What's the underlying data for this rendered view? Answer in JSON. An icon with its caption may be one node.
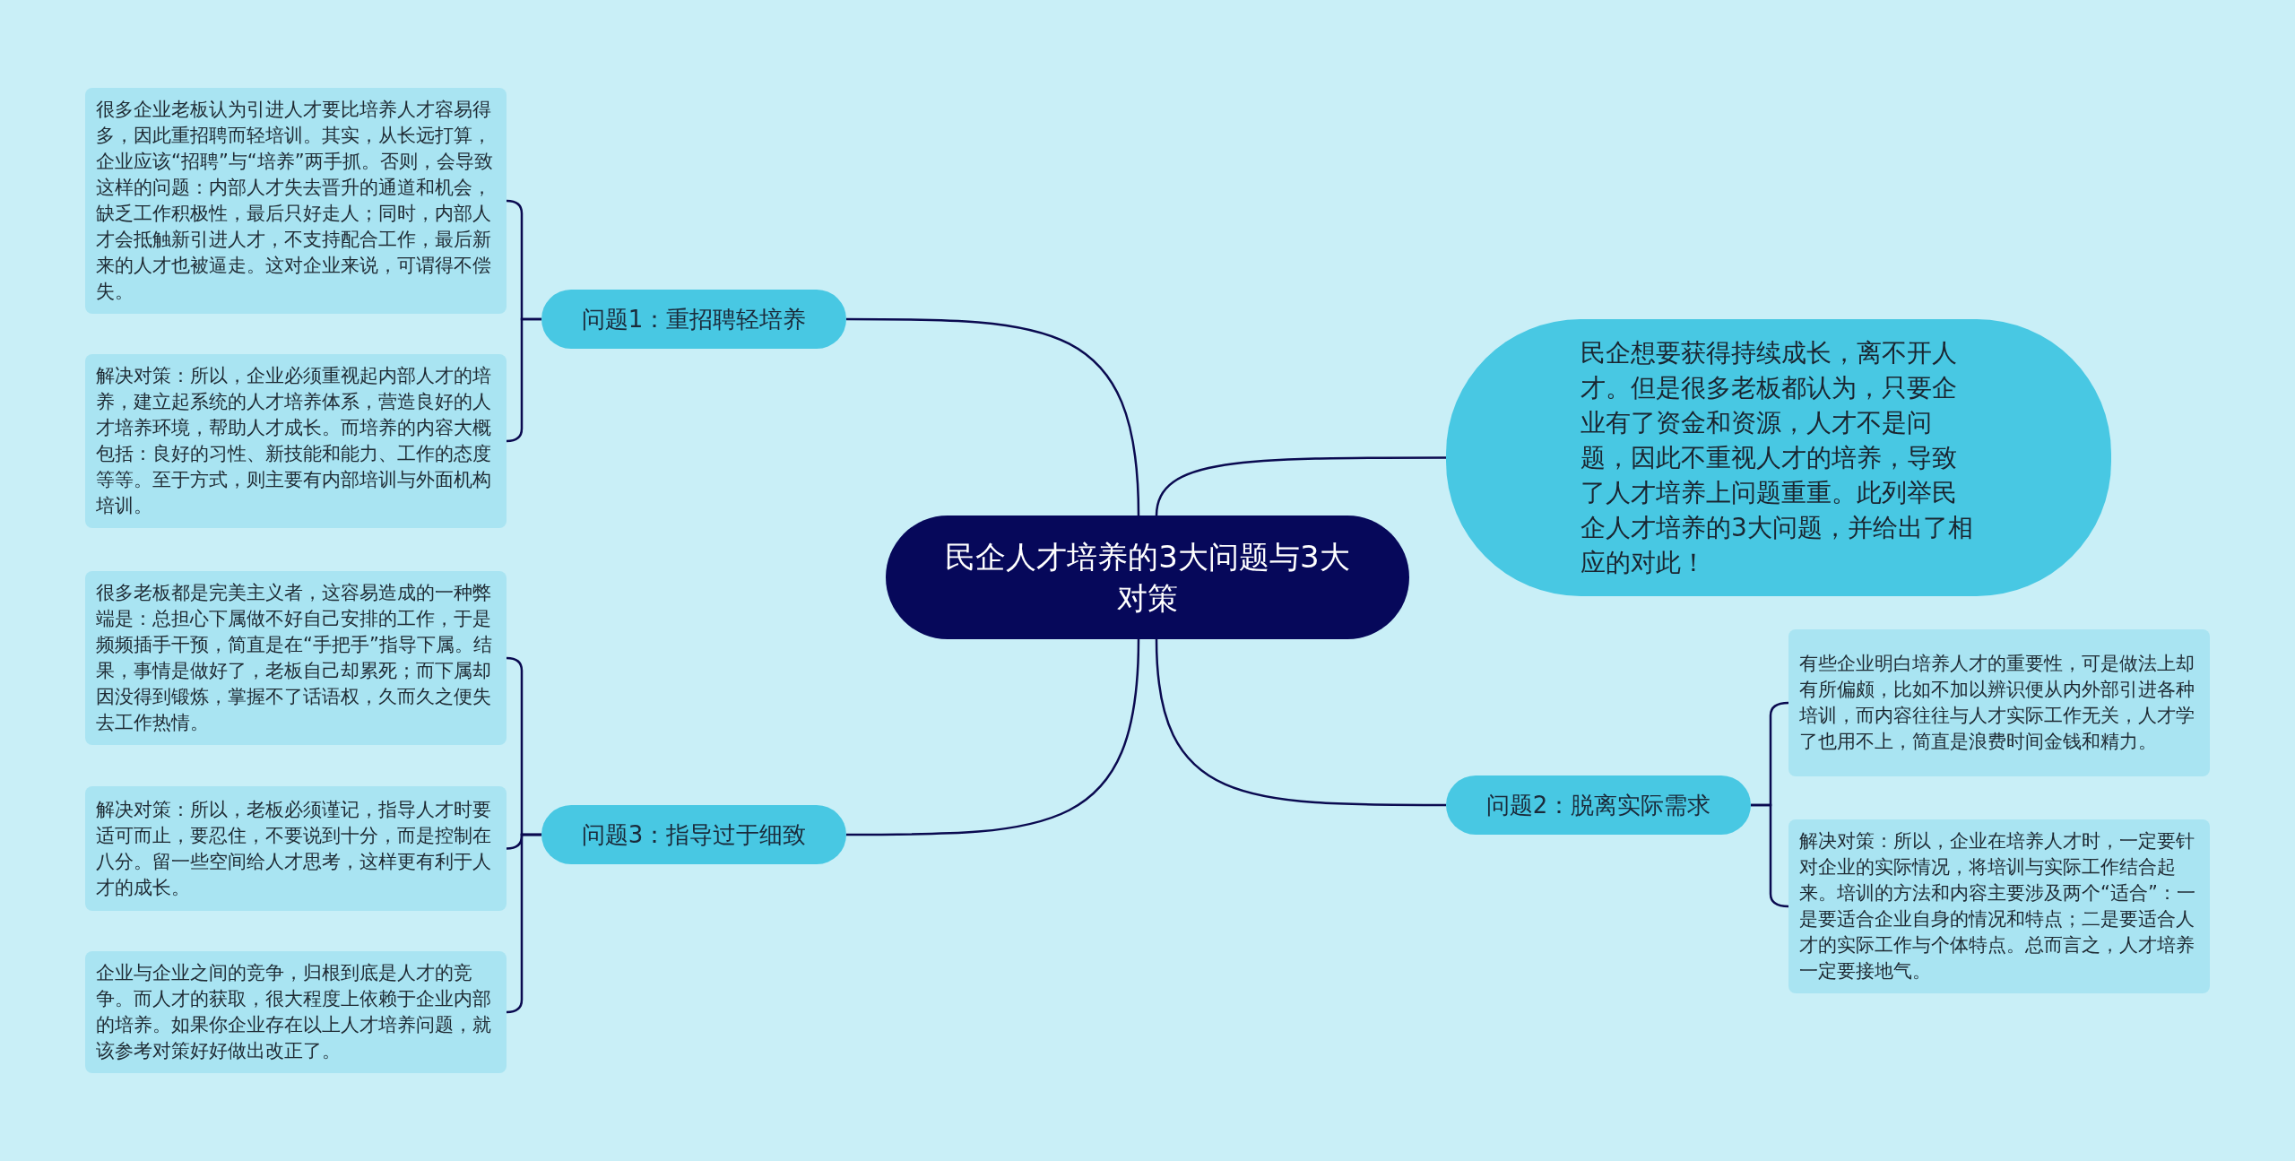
{
  "diagram": {
    "nodes": [
      {
        "text": [
          "民企人才培养的3大问题与3大对策"
        ]
      },
      {
        "text": [
          "问题1：重招聘轻培养"
        ]
      },
      {
        "text": [
          "很多企业老板认为引进人才要比培养人才容易得多，因此重招聘而轻培训。其实，从长远打算，企业应该“招聘”与“培养”两手抓。否则，会导致这样的问题：内部人才失去晋升的通道和机会，缺乏工作积极性，最后只好走人；同时，内部人才会抵触新引进人才，不支持配合工作，最后新来的人才也被逼走。这对企业来说，可谓得不偿失。"
        ]
      },
      {
        "text": [
          "解决对策：所以，企业必须重视起内部人才的培养，建立起系统的人才培养体系，营造良好的人才培养环境，帮助人才成长。而培养的内容大概包括：良好的习性、新技能和能力、工作的态度等等。至于方式，则主要有内部培训与外面机构培训。"
        ]
      },
      {
        "text": [
          "民企想要获得持续成长，离不开人才。但是很多老板都认为，只要企业有了资金和资源，人才不是问题，因此不重视人才的培养，导致了人才培养上问题重重。此列举民企人才培养的3大问题，并给出了相应的对此！"
        ]
      },
      {
        "text": [
          "问题2：脱离实际需求"
        ]
      },
      {
        "text": [
          "有些企业明白培养人才的重要性，可是做法上却有所偏颇，比如不加以辨识便从内外部引进各种培训，而内容往往与人才实际工作无关，人才学了也用不上，简直是浪费时间金钱和精力。"
        ]
      },
      {
        "text": [
          "解决对策：所以，企业在培养人才时，一定要针对企业的实际情况，将培训与实际工作结合起来。培训的方法和内容主要涉及两个“适合”：一是要适合企业自身的情况和特点；二是要适合人才的实际工作与个体特点。总而言之，人才培养一定要接地气。"
        ]
      },
      {
        "text": [
          "问题3：指导过于细致"
        ]
      },
      {
        "text": [
          "很多老板都是完美主义者，这容易造成的一种弊端是：总担心下属做不好自己安排的工作，于是频频插手干预，简直是在“手把手”指导下属。结果，事情是做好了，老板自己却累死；而下属却因没得到锻炼，掌握不了话语权，久而久之便失去工作热情。"
        ]
      },
      {
        "text": [
          "解决对策：所以，老板必须谨记，指导人才时要适可而止，要忍住，不要说到十分，而是控制在八分。留一些空间给人才思考，这样更有利于人才的成长。"
        ]
      },
      {
        "text": [
          "企业与企业之间的竞争，归根到底是人才的竞争。而人才的获取，很大程度上依赖于企业内部的培养。如果你企业存在以上人才培养问题，就该参考对策好好做出改正了。"
        ]
      }
    ],
    "edges": [
      {
        "from": 0,
        "to": 1,
        "arrow": "none"
      },
      {
        "from": 1,
        "to": 2,
        "arrow": "none"
      },
      {
        "from": 1,
        "to": 3,
        "arrow": "none"
      },
      {
        "from": 0,
        "to": 4,
        "arrow": "none"
      },
      {
        "from": 0,
        "to": 5,
        "arrow": "none"
      },
      {
        "from": 5,
        "to": 6,
        "arrow": "none"
      },
      {
        "from": 5,
        "to": 7,
        "arrow": "none"
      },
      {
        "from": 0,
        "to": 8,
        "arrow": "none"
      },
      {
        "from": 8,
        "to": 9,
        "arrow": "none"
      },
      {
        "from": 8,
        "to": 10,
        "arrow": "none"
      },
      {
        "from": 8,
        "to": 11,
        "arrow": "none"
      }
    ]
  }
}
